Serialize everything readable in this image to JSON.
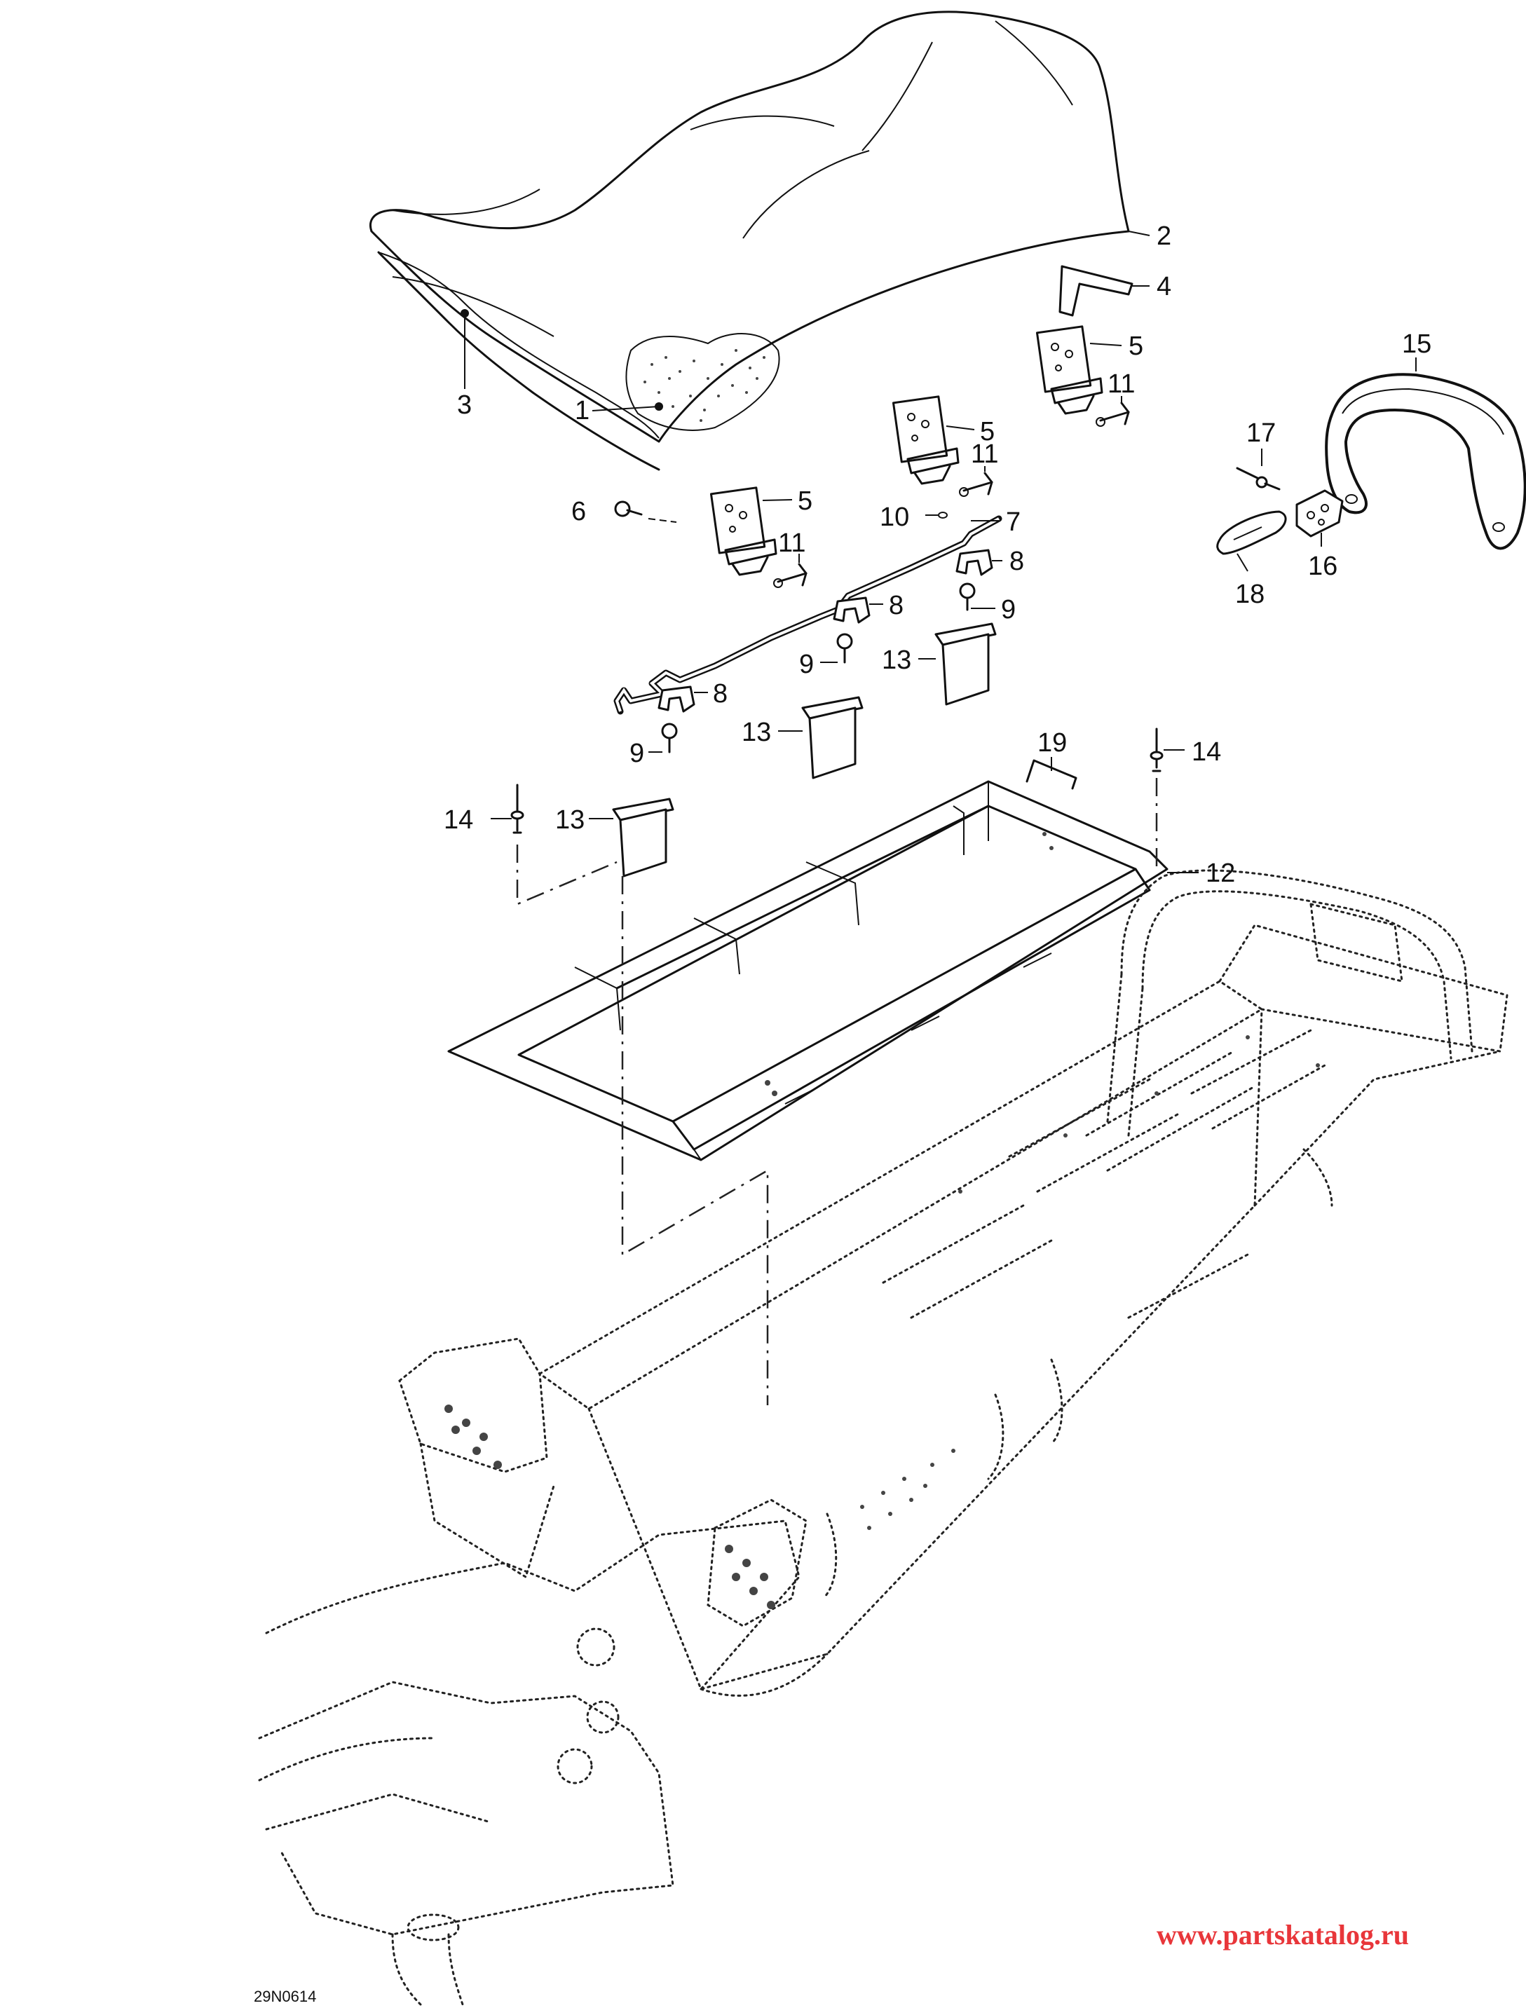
{
  "callouts": {
    "c1": "1",
    "c2": "2",
    "c3": "3",
    "c4": "4",
    "c5a": "5",
    "c5b": "5",
    "c5c": "5",
    "c6": "6",
    "c7": "7",
    "c8a": "8",
    "c8b": "8",
    "c8c": "8",
    "c9a": "9",
    "c9b": "9",
    "c9c": "9",
    "c10": "10",
    "c11a": "11",
    "c11b": "11",
    "c11c": "11",
    "c12": "12",
    "c13a": "13",
    "c13b": "13",
    "c13c": "13",
    "c14a": "14",
    "c14b": "14",
    "c15": "15",
    "c16": "16",
    "c17": "17",
    "c18": "18",
    "c19": "19"
  },
  "figure_code": "29N0614",
  "watermark": "www.partskatalog.ru"
}
